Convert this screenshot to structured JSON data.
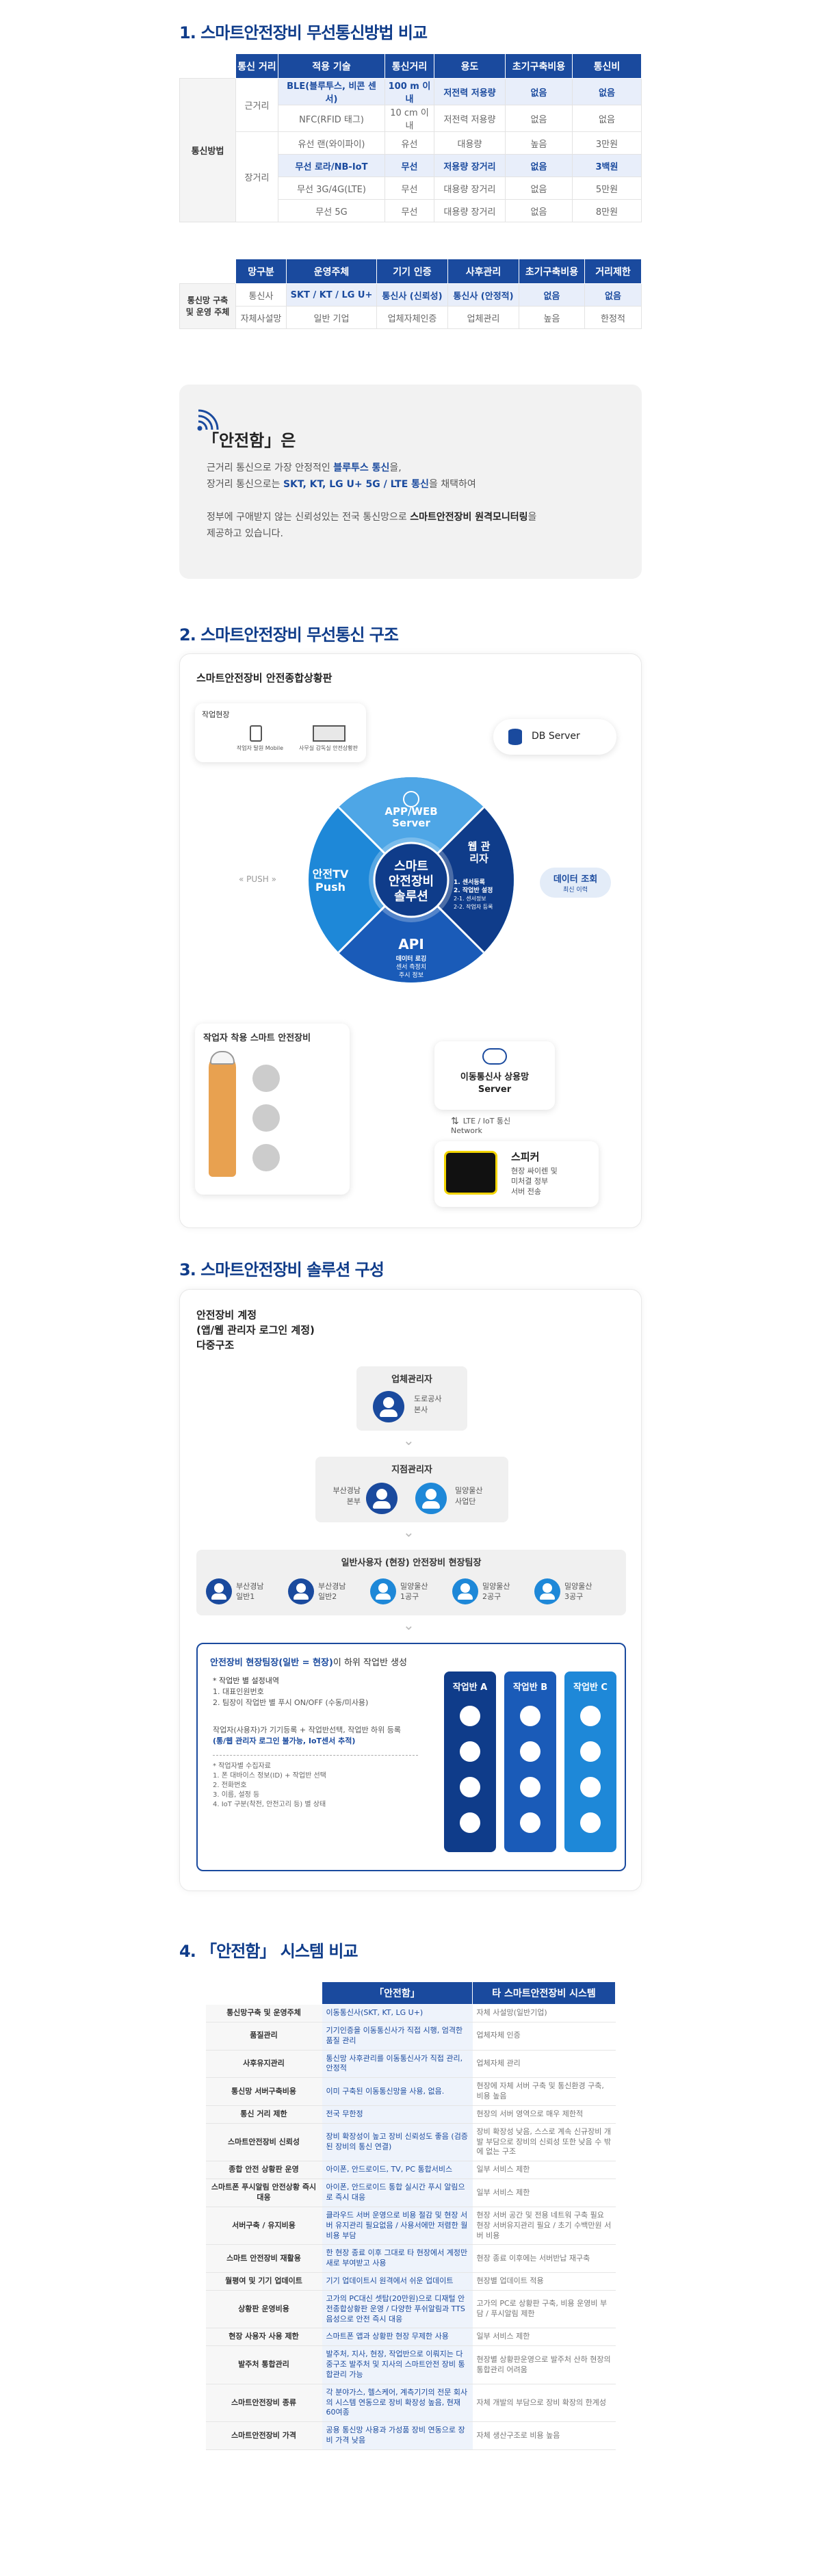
{
  "sections": {
    "s1": "1. 스마트안전장비 무선통신방법 비교",
    "s2": "2. 스마트안전장비 무선통신 구조",
    "s3": "3. 스마트안전장비 솔루션 구성",
    "s4": "4. 「안전함」 시스템 비교"
  },
  "table1": {
    "headers": [
      "통신 거리",
      "적용 기술",
      "통신거리",
      "용도",
      "초기구축비용",
      "통신비"
    ],
    "group": "통신방법",
    "near": "근거리",
    "far": "장거리",
    "rows": [
      {
        "tech": "BLE(블루투스, 비콘 센서)",
        "range": "100 m 이내",
        "use": "저전력 저용량",
        "cost": "없음",
        "fee": "없음",
        "hl": true
      },
      {
        "tech": "NFC(RFID 태그)",
        "range": "10 cm 이내",
        "use": "저전력 저용량",
        "cost": "없음",
        "fee": "없음",
        "hl": false
      },
      {
        "tech": "유선 랜(와이파이)",
        "range": "유선",
        "use": "대용량",
        "cost": "높음",
        "fee": "3만원",
        "hl": false
      },
      {
        "tech": "무선 로라/NB-IoT",
        "range": "무선",
        "use": "저용량 장거리",
        "cost": "없음",
        "fee": "3백원",
        "hl": true
      },
      {
        "tech": "무선 3G/4G(LTE)",
        "range": "무선",
        "use": "대용량 장거리",
        "cost": "없음",
        "fee": "5만원",
        "hl": false
      },
      {
        "tech": "무선 5G",
        "range": "무선",
        "use": "대용량 장거리",
        "cost": "없음",
        "fee": "8만원",
        "hl": false
      }
    ]
  },
  "table2": {
    "headers": [
      "망구분",
      "운영주체",
      "기기 인증",
      "사후관리",
      "초기구축비용",
      "거리제한"
    ],
    "group": "통신망 구축 및 운영 주체",
    "rows": [
      {
        "net": "통신사",
        "op": "SKT / KT / LG U+",
        "cert": "통신사 (신뢰성)",
        "after": "통신사 (안정적)",
        "cost": "없음",
        "limit": "없음",
        "hl": true
      },
      {
        "net": "자체사설망",
        "op": "일반 기업",
        "cert": "업체자체인증",
        "after": "업체관리",
        "cost": "높음",
        "limit": "한정적",
        "hl": false
      }
    ]
  },
  "info": {
    "title": "「안전함」은",
    "line1a": "근거리 통신으로 가장 안정적인 ",
    "line1b": "블루투스 통신",
    "line1c": "을,",
    "line2a": "장거리 통신으로는 ",
    "line2b": "SKT, KT, LG U+ 5G / LTE 통신",
    "line2c": "을 채택하여",
    "line3a": "정부에 구애받지 않는 신뢰성있는 전국 통신망으로 ",
    "line3b": "스마트안전장비 원격모니터링",
    "line3c": "을",
    "line4": "제공하고 있습니다."
  },
  "diagram": {
    "title": "스마트안전장비 안전종합상황판",
    "site": "작업현장",
    "site_items": [
      "작업자 탈원 Mobile",
      "사무실 감독실 안전상황판"
    ],
    "db": "DB Server",
    "center": [
      "스마트",
      "안전장비",
      "솔루션"
    ],
    "q_top": "APP/WEB Server",
    "q_right_title": "웹 관리자",
    "q_right_items": [
      "1. 센서등록",
      "2. 작업반 설정",
      "2-1. 센서정보",
      "2-2. 작업자 등록"
    ],
    "q_left": "안전TV Push",
    "q_bottom_title": "API",
    "q_bottom_items": [
      "데이터 로깅",
      "센서 측정치",
      "주시 정보"
    ],
    "push": "PUSH",
    "data_query": "데이터 조회",
    "data_query_sub": "최신 이력",
    "worker_title": "작업자 착용 스마트 안전장비",
    "carrier": "이동통신사 상용망 Server",
    "lte": "LTE / IoT 통신 Network",
    "speaker_title": "스피커",
    "speaker_desc": [
      "현장 싸이렌 및",
      "미처결 정부",
      "서버 전송"
    ]
  },
  "solution": {
    "heading": [
      "안전장비 계정",
      "(앱/웹 관리자 로그인 계정)",
      "다중구조"
    ],
    "company": "업체관리자",
    "company_desc": [
      "도로공사",
      "본사"
    ],
    "branch": "지점관리자",
    "branch_left": [
      "부산경남",
      "본부"
    ],
    "branch_right": [
      "밀양울산",
      "사업단"
    ],
    "general": "일반사용자 (현장) 안전장비 현장팀장",
    "users": [
      [
        "부산경남",
        "일반1"
      ],
      [
        "부산경남",
        "일반2"
      ],
      [
        "밀양울산",
        "1공구"
      ],
      [
        "밀양울산",
        "2공구"
      ],
      [
        "밀양울산",
        "3공구"
      ]
    ],
    "team_title_a": "안전장비 현장팀장(일반 = 현장)",
    "team_title_b": "이 하위 작업반 생성",
    "sub1": "* 작업반 별 설정내역",
    "sub1_items": [
      "1. 대표인원번호",
      "2. 팀장이 작업반 별 푸시 ON/OFF (수동/미사용)"
    ],
    "sub2": "작업자(사용자)가 기기등록 + 작업반선택, 작업반 하위 등록",
    "sub2_b": "(통/웹 관리자 로그인 불가능, IoT센서 추적)",
    "sub3": "* 작업자별 수집자료",
    "sub3_items": [
      "1. 폰 대바이스 정보(ID) + 작업반 선택",
      "2. 전화번호",
      "3. 이름, 설정 등",
      "4. IoT 구분(착전, 안전고리 등) 별 상태"
    ],
    "teams": [
      "작업반 A",
      "작업반 B",
      "작업반 C"
    ]
  },
  "table4": {
    "headers": [
      "",
      "「안전함」",
      "타 스마트안전장비 시스템"
    ],
    "rows": [
      [
        "통신망구축 및 운영주체",
        "이동통신사(SKT, KT, LG U+)",
        "자체 사설망(일반기업)"
      ],
      [
        "품질관리",
        "기기인증을 이동통신사가 직접 시행, 엄격한 품질 관리",
        "업체자체 인증"
      ],
      [
        "사후유지관리",
        "통신망 사후관리를 이동통신사가 직접 관리, 안정적",
        "업체자체 관리"
      ],
      [
        "통신망 서버구축비용",
        "이미 구축된 이동통신망을 사용, 없음.",
        "현장에 자체 서버 구축 및 통신환경 구축, 비용 높음"
      ],
      [
        "통신 거리 제한",
        "전국 무한정",
        "현장의 서버 영역으로 매우 제한적"
      ],
      [
        "스마트안전장비 신뢰성",
        "장비 확장성이 높고 장비 신뢰성도 좋음 (검증된 장비의 통신 연결)",
        "장비 확장성 낮음, 스스로 계속 신규장비 개발 부담으로 장비의 신뢰성 또한 낮음 수 밖에 없는 구조"
      ],
      [
        "종합 안전 상황판 운영",
        "아이폰, 안드로이드, TV, PC 통합서비스",
        "일부 서비스 제한"
      ],
      [
        "스마트폰 푸시알림 안전상황 즉시대응",
        "아이폰, 안드로이드 통합 실시간 푸시 알림으로 즉시 대응",
        "일부 서비스 제한"
      ],
      [
        "서버구축 / 유지비용",
        "클라우드 서버 운영으로 비용 절감 및 현장 서버 유지관리 필요없음 / 사용서에만 저렴한 월비용 부담",
        "현장 서버 공간 및 전용 네트워 구축 필요 현장 서버유지관리 필요 / 초기 수백만원 서버 비용"
      ],
      [
        "스마트 안전장비 재활용",
        "한 현장 종료 이후 그대로 타 현장에서 계정만 새로 부여받고 사용",
        "현장 종료 이후에는 서버반납 재구축"
      ],
      [
        "월평여 및 기기 업데이트",
        "기기 업데이트시 원격에서 쉬운 업데이트",
        "현장별 업데이트 적용"
      ],
      [
        "상황판 운영비용",
        "고가의 PC대신 셋탑(20만원)으로 디재털 안전종합상황판 운영 / 다양한 푸쉬알림과 TTS 음성으로 안전 즉시 대응",
        "고가의 PC로 상황판 구축, 비용 운영비 부담 / 푸시알림 제한"
      ],
      [
        "현장 사용자 사용 제한",
        "스마트폰 앱과 상황판 현장 무제한 사용",
        "일부 서비스 제한"
      ],
      [
        "발주처 통합관리",
        "발주처, 지사, 현장, 작업반으로 이뤄지는 다중구조 발주처 및 지사의 스마트안전 장비 통합관리 가능",
        "현장별 상황판운영으로 발주처 산하 현장의 통합관리 어려움"
      ],
      [
        "스마트안전장비 종류",
        "각 분야가스, 헬스케어, 계측기기의 전문 회사의 시스템 연동으로 장비 확장성 높음, 현재 60여종",
        "자체 개발의 부담으로 장비 확장의 한계성"
      ],
      [
        "스마트안전장비 가격",
        "공용 통신망 사용과 가성품 장비 연동으로 장비 가격 낮음",
        "자체 생산구조로 비용 높음"
      ]
    ]
  }
}
